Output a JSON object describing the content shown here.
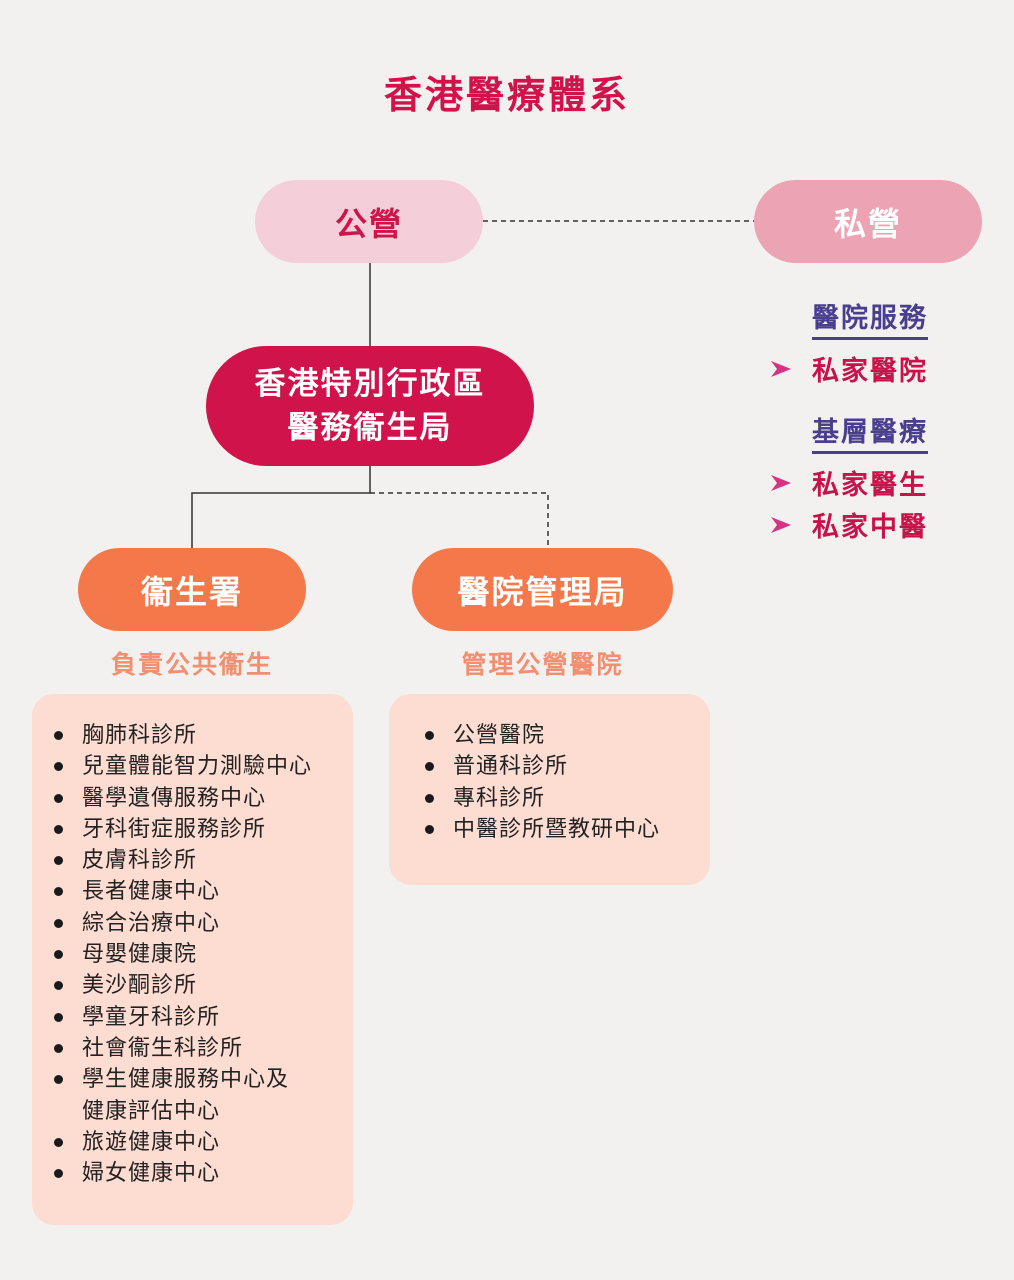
{
  "title": "香港醫療體系",
  "public_label": "公營",
  "private_label": "私營",
  "bureau": {
    "line1": "香港特別行政區",
    "line2": "醫務衞生局"
  },
  "dh": {
    "label": "衞生署",
    "subtitle": "負責公共衞生",
    "items": [
      "胸肺科診所",
      "兒童體能智力測驗中心",
      "醫學遺傳服務中心",
      "牙科街症服務診所",
      "皮膚科診所",
      "長者健康中心",
      "綜合治療中心",
      "母嬰健康院",
      "美沙酮診所",
      "學童牙科診所",
      "社會衞生科診所",
      "學生健康服務中心及",
      "健康評估中心",
      "旅遊健康中心",
      "婦女健康中心"
    ]
  },
  "ha": {
    "label": "醫院管理局",
    "subtitle": "管理公營醫院",
    "items": [
      "公營醫院",
      "普通科診所",
      "專科診所",
      "中醫診所暨教研中心"
    ]
  },
  "private": {
    "hospital_heading": "醫院服務",
    "hospital_items": [
      "私家醫院"
    ],
    "primary_heading": "基層醫療",
    "primary_items": [
      "私家醫生",
      "私家中醫"
    ]
  },
  "colors": {
    "accent": "#d0134a",
    "orange": "#f5784a",
    "purple": "#4a3f8c",
    "arrow": "#d63384"
  }
}
